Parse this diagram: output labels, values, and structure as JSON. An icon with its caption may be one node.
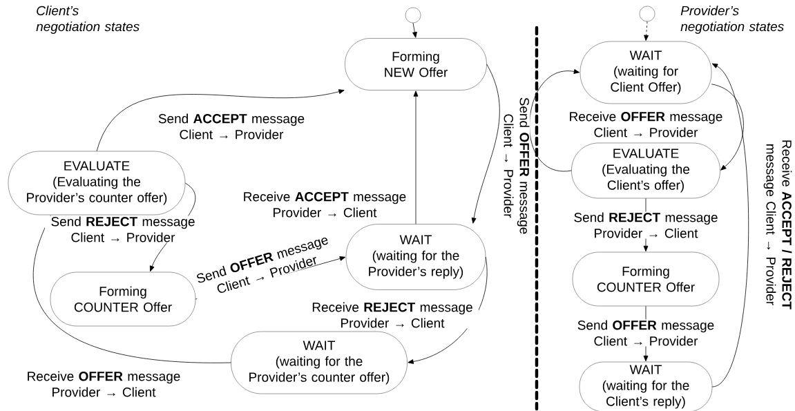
{
  "diagram": {
    "nodes": [
      {
        "text": [],
        "shape": "circle"
      },
      {
        "text": [
          "Forming NEW Offer"
        ]
      },
      {
        "text": [
          "EVALUATE",
          "(Evaluating the Provider’s counter offer)"
        ]
      },
      {
        "text": [
          "Forming COUNTER Offer"
        ]
      },
      {
        "text": [
          "WAIT",
          "(waiting for the Provider’s reply)"
        ]
      },
      {
        "text": [
          "WAIT",
          "(waiting for the Provider’s counter offer)"
        ]
      },
      {
        "text": [],
        "shape": "circle"
      },
      {
        "text": [
          "WAIT",
          "(waiting for Client Offer)"
        ]
      },
      {
        "text": [
          "EVALUATE",
          "(Evaluating the Client’s offer)"
        ]
      },
      {
        "text": [
          "Forming COUNTER Offer"
        ]
      },
      {
        "text": [
          "WAIT",
          "(waiting for the Client’s reply)"
        ]
      }
    ],
    "edges": [
      {
        "from": 0,
        "to": 1,
        "arrow": "to"
      },
      {
        "from": 2,
        "to": 1,
        "arrow": "to",
        "label": "Send **ACCEPT** message Client → Provider"
      },
      {
        "from": 2,
        "to": 3,
        "arrow": "to",
        "label": "Send **REJECT** message Client → Provider"
      },
      {
        "from": 3,
        "to": 4,
        "arrow": "to",
        "label": "Send **OFFER** message Client → Provider"
      },
      {
        "from": 1,
        "to": 4,
        "arrow": "to",
        "label": "Send **OFFER** message Client → Provider"
      },
      {
        "from": 4,
        "to": 1,
        "arrow": "to",
        "label": "Receive **ACCEPT** message Provider → Client"
      },
      {
        "from": 4,
        "to": 5,
        "arrow": "to",
        "label": "Receive **REJECT** message Provider → Client"
      },
      {
        "from": 5,
        "to": 2,
        "arrow": "to",
        "label": "Receive **OFFER** message Provider → Client"
      },
      {
        "from": 6,
        "to": 7,
        "arrow": "to",
        "style": "dashed"
      },
      {
        "from": 7,
        "to": 8,
        "arrow": "to",
        "label": "Receive **OFFER** message Client → Provider"
      },
      {
        "from": 8,
        "to": 7,
        "arrow": "to"
      },
      {
        "from": 8,
        "to": 9,
        "arrow": "to",
        "label": "Send **REJECT** message Provider → Client"
      },
      {
        "from": 9,
        "to": 10,
        "arrow": "to",
        "label": "Send **OFFER** message Client → Provider"
      },
      {
        "from": 10,
        "to": 7,
        "arrow": "to",
        "label": "Receive **ACCEPT / REJECT** message Client → Provider"
      }
    ],
    "labels": [
      "Client’s negotiation states",
      "Provider’s negotiation states"
    ]
  }
}
